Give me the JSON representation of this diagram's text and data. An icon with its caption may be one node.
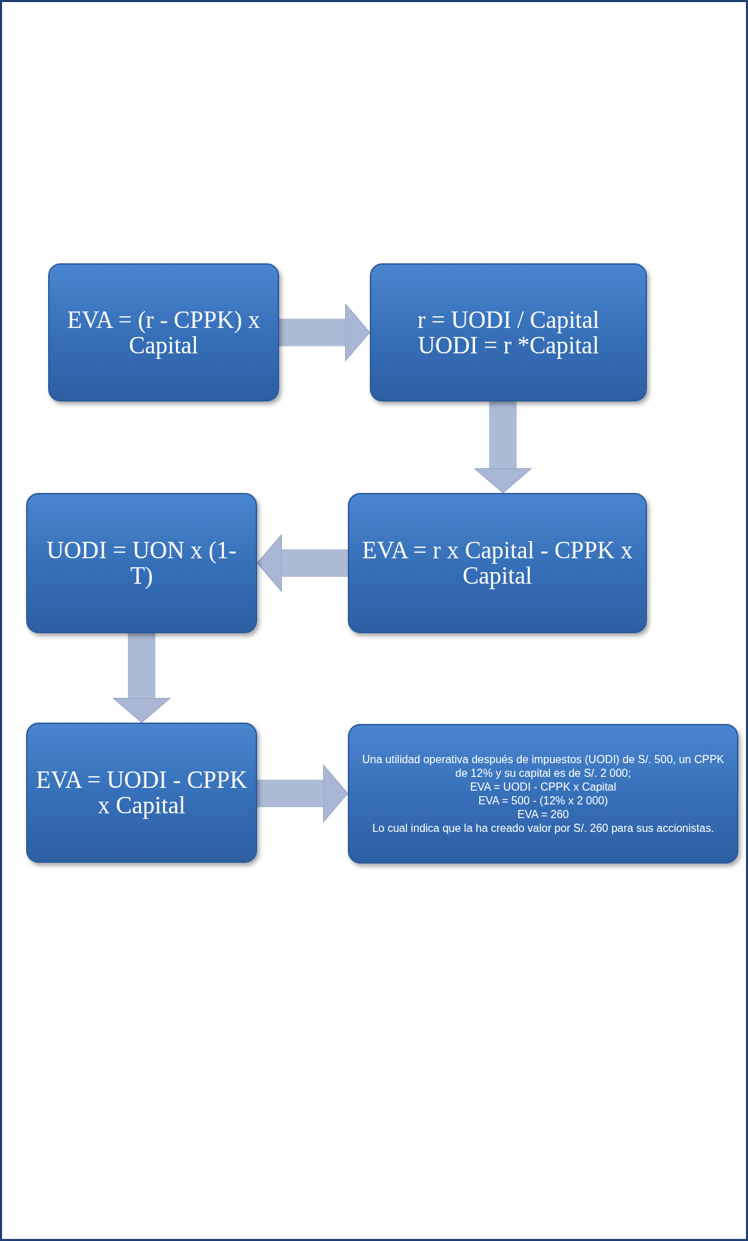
{
  "diagram": {
    "nodes": [
      {
        "text": [
          "EVA = (r - CPPK) x Capital"
        ]
      },
      {
        "text": [
          "r = UODI / Capital",
          "UODI = r *Capital"
        ]
      },
      {
        "text": [
          "EVA = r x Capital - CPPK x Capital"
        ]
      },
      {
        "text": [
          "UODI = UON x (1-T)"
        ]
      },
      {
        "text": [
          "EVA = UODI - CPPK x Capital"
        ]
      },
      {
        "text": [
          "Una utilidad operativa después de impuestos (UODI) de S/. 500, un CPPK de 12% y su capital es de S/. 2 000;",
          "EVA = UODI - CPPK x Capital",
          "EVA = 500 - (12% x 2 000)",
          "EVA = 260",
          "Lo cual indica que la ha creado valor por S/. 260 para sus accionistas."
        ]
      }
    ],
    "edges": [
      {
        "from": 0,
        "to": 1,
        "arrow": "to"
      },
      {
        "from": 1,
        "to": 2,
        "arrow": "to"
      },
      {
        "from": 2,
        "to": 3,
        "arrow": "to"
      },
      {
        "from": 3,
        "to": 4,
        "arrow": "to"
      },
      {
        "from": 4,
        "to": 5,
        "arrow": "to"
      }
    ]
  }
}
